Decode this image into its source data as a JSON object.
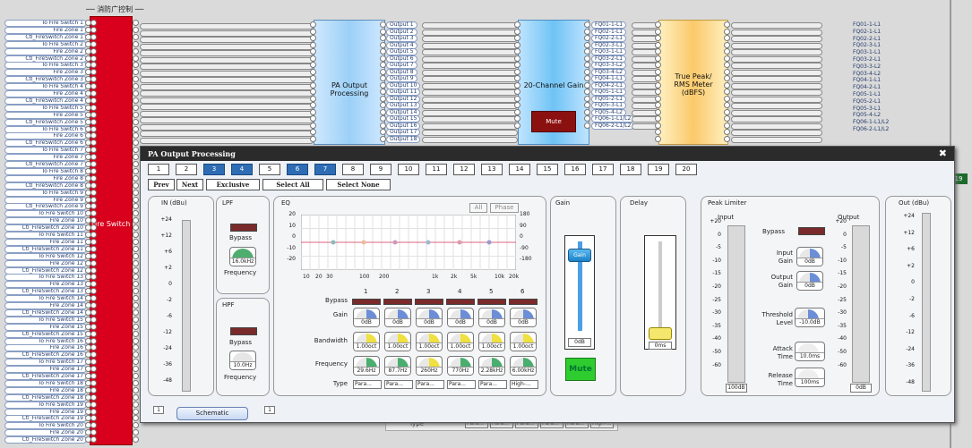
{
  "header": {
    "title": "消防广控制"
  },
  "left_labels": [
    "To Fire Switch 1",
    "Fire Zone 1",
    "Ctl_FireSwitch Zone 1",
    "To Fire Switch 2",
    "Fire Zone 2",
    "Ctl_FireSwitch Zone 2",
    "To Fire Switch 3",
    "Fire Zone 3",
    "Ctl_FireSwitch Zone 3",
    "To Fire Switch 4",
    "Fire Zone 4",
    "Ctl_FireSwitch Zone 4",
    "To Fire Switch 5",
    "Fire Zone 5",
    "Ctl_FireSwitch Zone 5",
    "To Fire Switch 6",
    "Fire Zone 6",
    "Ctl_FireSwitch Zone 6",
    "To Fire Switch 7",
    "Fire Zone 7",
    "Ctl_FireSwitch Zone 7",
    "To Fire Switch 8",
    "Fire Zone 8",
    "Ctl_FireSwitch Zone 8",
    "To Fire Switch 9",
    "Fire Zone 9",
    "Ctl_FireSwitch Zone 9",
    "To Fire Switch 10",
    "Fire Zone 10",
    "Ctl_FireSwitch Zone 10",
    "To Fire Switch 11",
    "Fire Zone 11",
    "Ctl_FireSwitch Zone 11",
    "To Fire Switch 12",
    "Fire Zone 12",
    "Ctl_FireSwitch Zone 12",
    "To Fire Switch 13",
    "Fire Zone 13",
    "Ctl_FireSwitch Zone 13",
    "To Fire Switch 14",
    "Fire Zone 14",
    "Ctl_FireSwitch Zone 14",
    "To Fire Switch 15",
    "Fire Zone 15",
    "Ctl_FireSwitch Zone 15",
    "To Fire Switch 16",
    "Fire Zone 16",
    "Ctl_FireSwitch Zone 16",
    "To Fire Switch 17",
    "Fire Zone 17",
    "Ctl_FireSwitch Zone 17",
    "To Fire Switch 18",
    "Fire Zone 18",
    "Ctl_FireSwitch Zone 18",
    "To Fire Switch 19",
    "Fire Zone 19",
    "Ctl_FireSwitch Zone 19",
    "To Fire Switch 20",
    "Fire Zone 20",
    "Ctl_FireSwitch Zone 20"
  ],
  "fire_switch_label": "Fire Switch",
  "pa_output_block": {
    "title": "PA Output Processing",
    "outputs": [
      "Output 1",
      "Output 2",
      "Output 3",
      "Output 4",
      "Output 5",
      "Output 6",
      "Output 7",
      "Output 8",
      "Output 9",
      "Output 10",
      "Output 11",
      "Output 12",
      "Output 13",
      "Output 14",
      "Output 15",
      "Output 16",
      "Output 17",
      "Output 18"
    ]
  },
  "gain_block": {
    "title": "20-Channel Gain",
    "mute_label": "Mute",
    "outputs": [
      "FQ01-1-L1",
      "FQ02-1-L1",
      "FQ02-2-L1",
      "FQ02-3-L1",
      "FQ03-1-L1",
      "FQ03-2-L1",
      "FQ03-3-L2",
      "FQ03-4-L2",
      "FQ04-1-L1",
      "FQ04-2-L1",
      "FQ05-1-L1",
      "FQ05-2-L1",
      "FQ05-3-L1",
      "FQ05-4-L2",
      "FQ06-1-L1/L2",
      "FQ06-2-L1/L2"
    ]
  },
  "meter_block": {
    "title": "True Peak/ RMS Meter (dBFS)"
  },
  "right_labels": [
    "FQ01-1-L1",
    "FQ02-1-L1",
    "FQ02-2-L1",
    "FQ02-3-L1",
    "FQ03-1-L1",
    "FQ03-2-L1",
    "FQ03-3-L2",
    "FQ03-4-L2",
    "FQ04-1-L1",
    "FQ04-2-L1",
    "FQ05-1-L1",
    "FQ05-2-L1",
    "FQ05-3-L1",
    "FQ05-4-L2",
    "FQ06-1-L1/L2",
    "FQ06-2-L1/L2"
  ],
  "right_badge": "19",
  "window": {
    "title": "PA Output Processing",
    "tabs": [
      "1",
      "2",
      "3",
      "4",
      "5",
      "6",
      "7",
      "8",
      "9",
      "10",
      "11",
      "12",
      "13",
      "14",
      "15",
      "16",
      "17",
      "18",
      "19",
      "20"
    ],
    "selected_tabs": [
      "3",
      "4",
      "6",
      "7"
    ],
    "controls": [
      "Prev",
      "Next",
      "Exclusive",
      "Select All",
      "Select None"
    ],
    "in_panel": {
      "title": "IN (dBu)",
      "scale": [
        "+24",
        "+12",
        "+6",
        "+2",
        "0",
        "-2",
        "-6",
        "-12",
        "-24",
        "-36",
        "-48"
      ]
    },
    "lpf": {
      "title": "LPF",
      "bypass": "Bypass",
      "freq_value": "16.0kHz",
      "freq_label": "Frequency"
    },
    "hpf": {
      "title": "HPF",
      "bypass": "Bypass",
      "freq_value": "10.0Hz",
      "freq_label": "Frequency"
    },
    "eq": {
      "title": "EQ",
      "all_btn": "All",
      "phase_btn": "Phase",
      "y_left": [
        "20",
        "10",
        "0",
        "-10",
        "-20"
      ],
      "y_right": [
        "180",
        "90",
        "0",
        "-90",
        "-180"
      ],
      "x_ticks": [
        "10",
        "20",
        "30",
        "100",
        "200",
        "1k",
        "2k",
        "5k",
        "10k",
        "20k"
      ],
      "band_numbers": [
        "1",
        "2",
        "3",
        "4",
        "5",
        "6"
      ],
      "row_labels": {
        "bypass": "Bypass",
        "gain": "Gain",
        "bandwidth": "Bandwidth",
        "frequency": "Frequency",
        "type": "Type"
      },
      "gains": [
        "0dB",
        "0dB",
        "0dB",
        "0dB",
        "0dB",
        "0dB"
      ],
      "bandwidths": [
        "1.00oct",
        "1.00oct",
        "1.00oct",
        "1.00oct",
        "1.00oct",
        "1.00oct"
      ],
      "frequencies": [
        "29.6Hz",
        "87.7Hz",
        "260Hz",
        "770Hz",
        "2.28kHz",
        "6.00kHz"
      ],
      "types": [
        "Para...",
        "Para...",
        "Para...",
        "Para...",
        "Para...",
        "High-..."
      ]
    },
    "gain": {
      "title": "Gain",
      "fader_label": "Gain",
      "value": "0dB",
      "mute": "Mute"
    },
    "delay": {
      "title": "Delay",
      "value": "0ms"
    },
    "limiter": {
      "title": "Peak Limiter",
      "input_label": "Input",
      "output_label": "Output",
      "scale": [
        "+20",
        "0",
        "-5",
        "-10",
        "-15",
        "-20",
        "-25",
        "-30",
        "-35",
        "-40",
        "-50",
        "-60"
      ],
      "input_value": "100dB",
      "output_value": "0dB",
      "bypass": "Bypass",
      "input_gain_label": "Input Gain",
      "input_gain": "0dB",
      "output_gain_label": "Output Gain",
      "output_gain": "0dB",
      "threshold_label": "Threshold Level",
      "threshold": "-10.0dB",
      "attack_label": "Attack Time",
      "attack": "10.0ms",
      "release_label": "Release Time",
      "release": "100ms"
    },
    "out_panel": {
      "title": "Out (dBu)",
      "scale": [
        "+24",
        "+12",
        "+6",
        "+2",
        "0",
        "-2",
        "-6",
        "-12",
        "-24",
        "-36",
        "-48"
      ]
    },
    "schematic": {
      "label": "Schematic",
      "left_val": "1",
      "right_val": "1"
    }
  },
  "behind_type_label": "Type",
  "behind_types": [
    "Para...",
    "Para...",
    "Para...",
    "Para...",
    "Para...",
    "High-..."
  ],
  "colors": {
    "red_block": "#d8001c",
    "tab_selected": "#2e6db4",
    "mute_green": "#2ecc2e",
    "led": "#7a2a2a"
  }
}
